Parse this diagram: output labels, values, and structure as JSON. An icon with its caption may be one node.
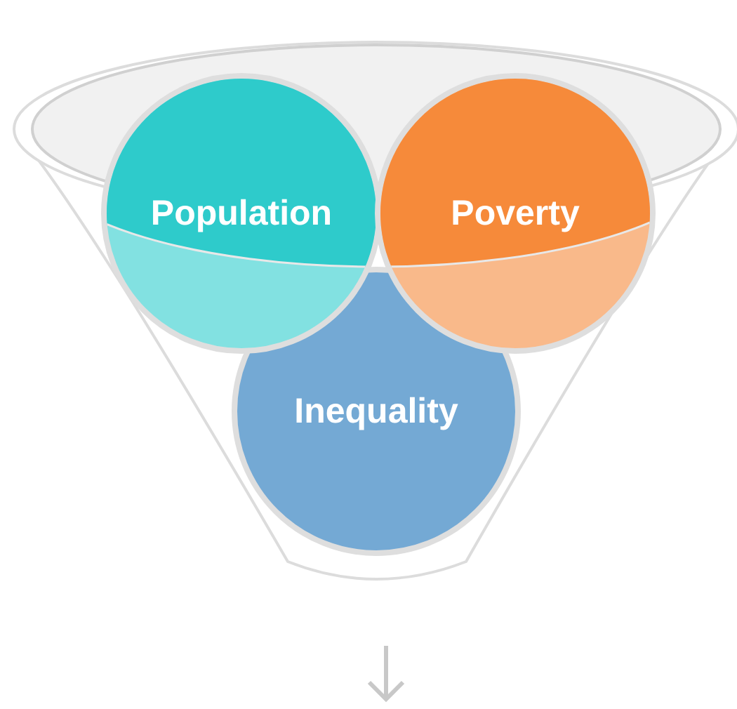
{
  "diagram": {
    "nodes": [
      {
        "text": [],
        "shape": "funnel"
      },
      {
        "text": [
          "Population"
        ]
      },
      {
        "text": [
          "Poverty"
        ]
      },
      {
        "text": [
          "Inequality"
        ],
        "in": 0
      }
    ]
  }
}
